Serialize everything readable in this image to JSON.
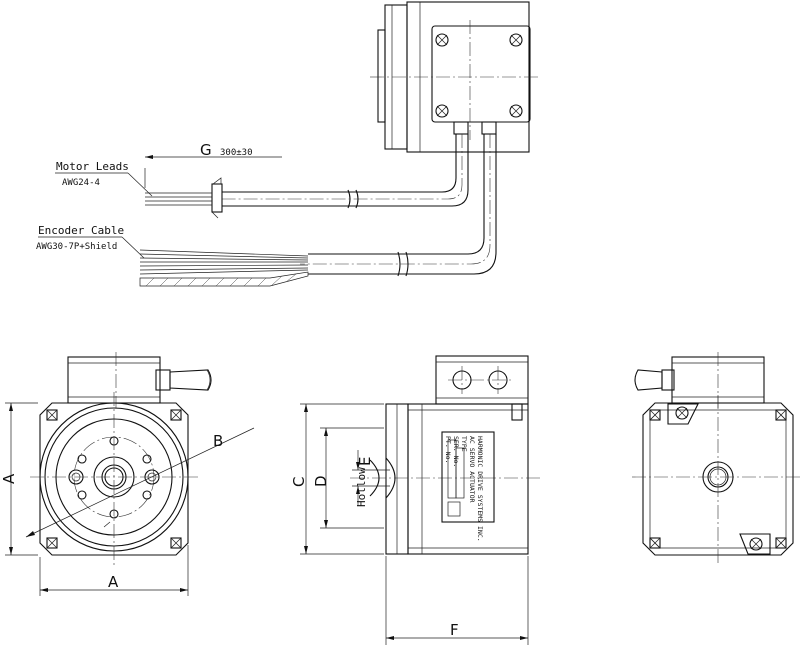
{
  "labels": {
    "motor_leads": "Motor Leads",
    "motor_leads_gauge": "AWG24-4",
    "encoder_cable": "Encoder Cable",
    "encoder_cable_gauge": "AWG30-7P+Shield",
    "dim_g": "G",
    "dim_g_value": "300±30",
    "dim_a_side": "A",
    "dim_a_bottom": "A",
    "dim_b": "B",
    "dim_c": "C",
    "dim_d": "D",
    "dim_e": "E",
    "dim_f": "F",
    "hollow": "Hollow"
  },
  "nameplate": {
    "company": "HARMONIC DRIVE SYSTEMS INC.",
    "product": "AC SERVO ACTUATOR",
    "type": "TYPE",
    "serial": "SER. No.",
    "pt": "PT. No."
  }
}
